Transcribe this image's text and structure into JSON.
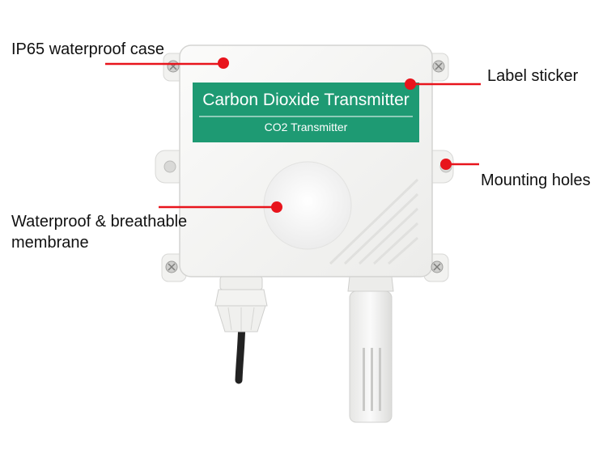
{
  "product": {
    "sticker_title": "Carbon Dioxide Transmitter",
    "sticker_subtitle": "CO2 Transmitter"
  },
  "callouts": {
    "case": "IP65 waterproof case",
    "label": "Label sticker",
    "holes": "Mounting holes",
    "membrane_line1": "Waterproof & breathable",
    "membrane_line2": "membrane"
  },
  "colors": {
    "callout_red": "#e8141c",
    "sticker_green": "#1e9a73",
    "case_white": "#f6f6f4"
  }
}
